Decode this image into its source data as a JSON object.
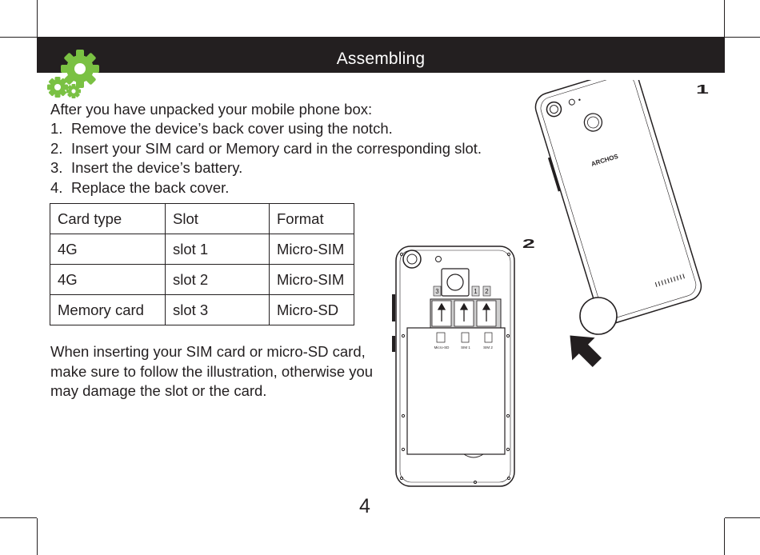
{
  "header": {
    "title": "Assembling"
  },
  "intro": "After you have unpacked your mobile phone box:",
  "steps": [
    {
      "num": "1.",
      "text": "Remove the device’s back cover using the notch."
    },
    {
      "num": "2.",
      "text": "Insert your  SIM card or Memory card in the corresponding slot."
    },
    {
      "num": "3.",
      "text": "Insert the device’s battery."
    },
    {
      "num": "4.",
      "text": "Replace the back cover."
    }
  ],
  "table": {
    "headers": [
      "Card type",
      "Slot",
      "Format"
    ],
    "rows": [
      [
        "4G",
        "slot 1",
        "Micro-SIM"
      ],
      [
        "4G",
        "slot 2",
        "Micro-SIM"
      ],
      [
        "Memory card",
        "slot 3",
        "Micro-SD"
      ]
    ]
  },
  "note": "When inserting your SIM card or micro-SD card, make sure to follow the illustration, otherwise you may damage the slot or the card.",
  "page_number": "4",
  "illustration": {
    "phone_brand": "ARCHOS",
    "step_markers": [
      "1",
      "2"
    ],
    "slot_numbers": [
      "3",
      "1",
      "2"
    ],
    "slot_labels": [
      "Micro-SD",
      "SIM 1",
      "SIM 2"
    ]
  },
  "colors": {
    "header_bg": "#231f20",
    "gear_green": "#7ac143",
    "text": "#231f20"
  }
}
